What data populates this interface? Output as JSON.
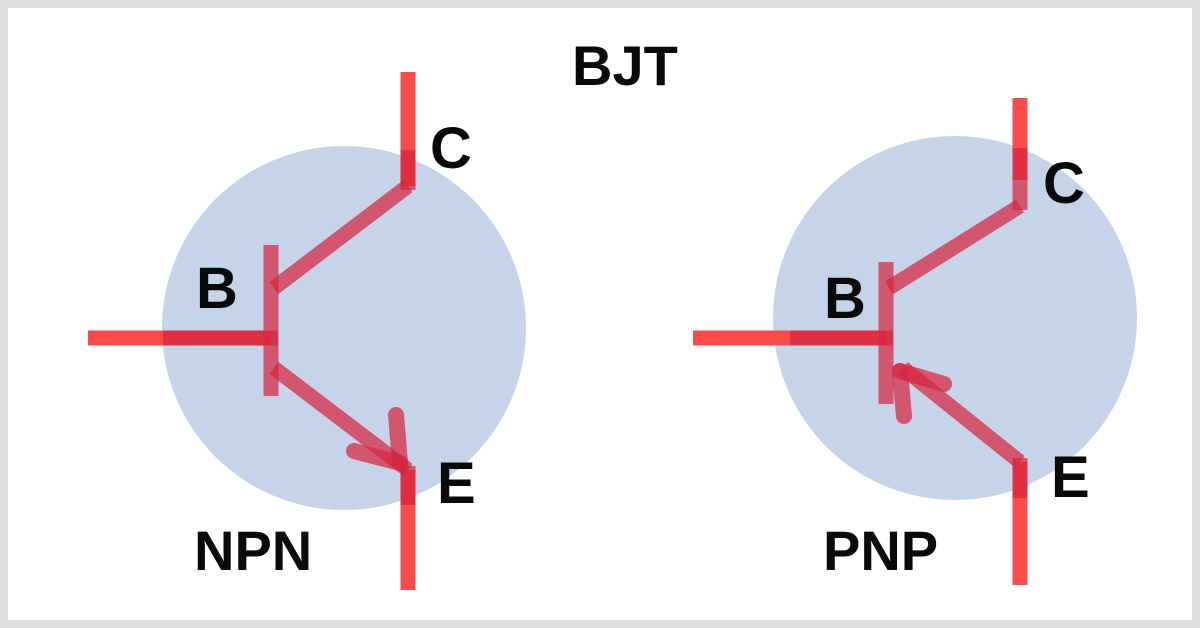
{
  "figure": {
    "title": "BJT",
    "frame_color": "#dedede",
    "background_color": "#ffffff",
    "lead_color": "#fa4a4a",
    "symbol_color": "#c0495c",
    "circle_color": "#c6d4ea",
    "label_color": "#0a0a0a"
  },
  "symbols": [
    {
      "id": "npn",
      "name": "NPN",
      "arrow_direction": "out-of-base",
      "terminals": {
        "base": "B",
        "collector": "C",
        "emitter": "E"
      }
    },
    {
      "id": "pnp",
      "name": "PNP",
      "arrow_direction": "into-base",
      "terminals": {
        "base": "B",
        "collector": "C",
        "emitter": "E"
      }
    }
  ]
}
